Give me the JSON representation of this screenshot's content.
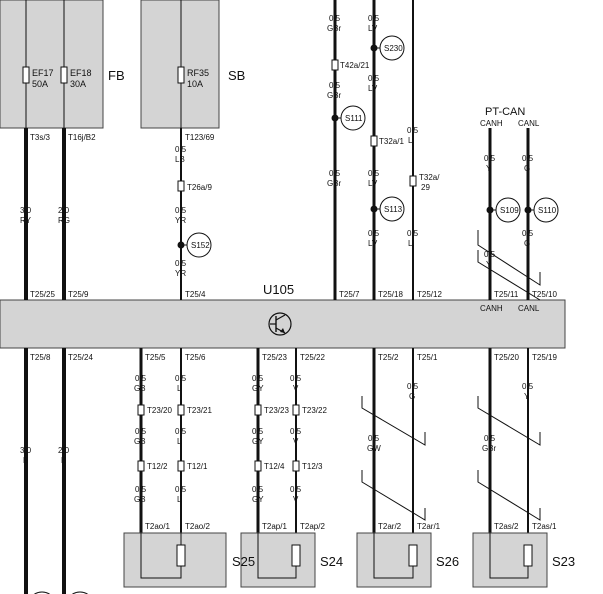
{
  "title": "U105",
  "pt_can": {
    "label": "PT-CAN",
    "canh": "CANH",
    "canl": "CANL"
  },
  "fb": {
    "label": "FB",
    "fuses": [
      {
        "name": "EF17",
        "amp": "50A"
      },
      {
        "name": "EF18",
        "amp": "30A"
      }
    ]
  },
  "sb": {
    "label": "SB",
    "fuse": {
      "name": "RF35",
      "amp": "10A"
    }
  },
  "wires_top": [
    {
      "term": "T3s/3",
      "size": "3.0",
      "color": "RY",
      "pin": "T25/25"
    },
    {
      "term": "T16j/B2",
      "size": "2.0",
      "color": "RG",
      "pin": "T25/9"
    },
    {
      "term": "T123/69",
      "size1": "0.5",
      "color1": "LB",
      "mid": "T26a/9",
      "size2": "0.5",
      "color2": "YR",
      "splice": "S152",
      "size3": "0.5",
      "color3": "YR",
      "pin": "T25/4"
    },
    {
      "size1": "0.5",
      "color1": "GBr",
      "mid": "T42a/21",
      "size2": "0.5",
      "color2": "GBr",
      "splice": "S111",
      "size3": "0.5",
      "color3": "GBr",
      "pin": "T25/7"
    },
    {
      "size1": "0.5",
      "color1": "LV",
      "splice_a": "S230",
      "size2": "0.5",
      "color2": "LV",
      "mid": "T32a/1",
      "size3": "0.5",
      "color3": "LV",
      "splice": "S113",
      "size4": "0.5",
      "color4": "LV",
      "pin": "T25/18"
    },
    {
      "size1": "0.5",
      "color1": "L",
      "mid": "T32a/",
      "mid2": "29",
      "size2": "0.5",
      "color2": "L",
      "pin": "T25/12"
    },
    {
      "size1": "0.5",
      "color1": "Y",
      "splice": "S109",
      "size2": "0.5",
      "color2": "Y",
      "pin": "T25/11"
    },
    {
      "size1": "0.5",
      "color1": "G",
      "splice": "S110",
      "size2": "0.5",
      "color2": "G",
      "pin": "T25/10"
    }
  ],
  "wires_bottom": {
    "left": [
      {
        "pin": "T25/8",
        "size": "3.0",
        "color": "B"
      },
      {
        "pin": "T25/24",
        "size": "2.0",
        "color": "B"
      }
    ],
    "s25": {
      "label": "S25",
      "pins": [
        "T25/5",
        "T25/6"
      ],
      "sizes": [
        "0.5",
        "0.5"
      ],
      "colors": [
        "GB",
        "L"
      ],
      "c1": [
        "T23/20",
        "T23/21"
      ],
      "c2": [
        "T12/2",
        "T12/1"
      ],
      "sizes2": [
        "0.5",
        "0.5"
      ],
      "colors2": [
        "GB",
        "L"
      ],
      "sizes3": [
        "0.5",
        "0.5"
      ],
      "colors3": [
        "GB",
        "L"
      ],
      "ends": [
        "T2ao/1",
        "T2ao/2"
      ]
    },
    "s24": {
      "label": "S24",
      "pins": [
        "T25/23",
        "T25/22"
      ],
      "sizes": [
        "0.5",
        "0.5"
      ],
      "colors": [
        "GY",
        "V"
      ],
      "c1": [
        "T23/23",
        "T23/22"
      ],
      "c2": [
        "T12/4",
        "T12/3"
      ],
      "sizes2": [
        "0.5",
        "0.5"
      ],
      "colors2": [
        "GY",
        "V"
      ],
      "sizes3": [
        "0.5",
        "0.5"
      ],
      "colors3": [
        "GY",
        "V"
      ],
      "ends": [
        "T2ap/1",
        "T2ap/2"
      ]
    },
    "s26": {
      "label": "S26",
      "pins": [
        "T25/2",
        "T25/1"
      ],
      "sizes": [
        "0.5",
        "0.5"
      ],
      "colors": [
        "GW",
        "G"
      ],
      "ends": [
        "T2ar/2",
        "T2ar/1"
      ]
    },
    "s23": {
      "label": "S23",
      "pins": [
        "T25/20",
        "T25/19"
      ],
      "sizes": [
        "0.5",
        "0.5"
      ],
      "colors": [
        "GBr",
        "Y"
      ],
      "ends": [
        "T2as/2",
        "T2as/1"
      ]
    }
  },
  "colors": {
    "box_fill": "#d4d4d4",
    "wire": "#111111"
  }
}
